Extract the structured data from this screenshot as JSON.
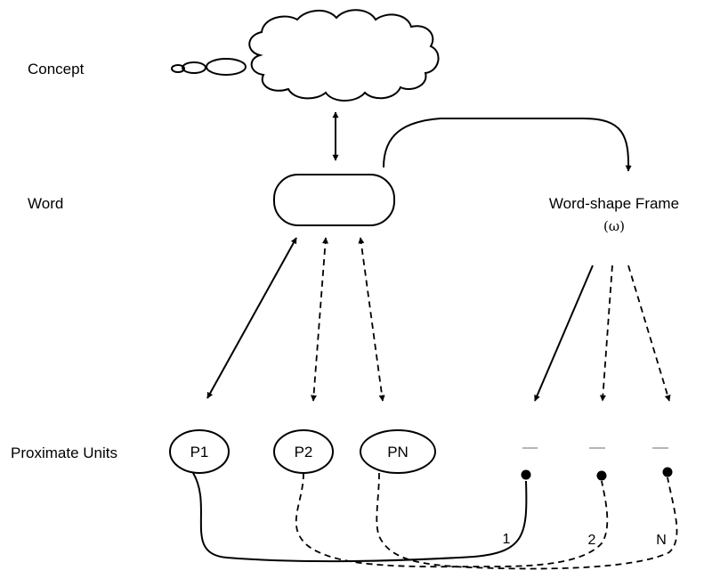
{
  "levels": {
    "concept": "Concept",
    "word": "Word",
    "proximate_units": "Proximate Units"
  },
  "frame": {
    "title": "Word-shape Frame",
    "symbol": "(ω)"
  },
  "units": [
    "P1",
    "P2",
    "PN"
  ],
  "slot_numbers": [
    "1",
    "2",
    "N"
  ]
}
